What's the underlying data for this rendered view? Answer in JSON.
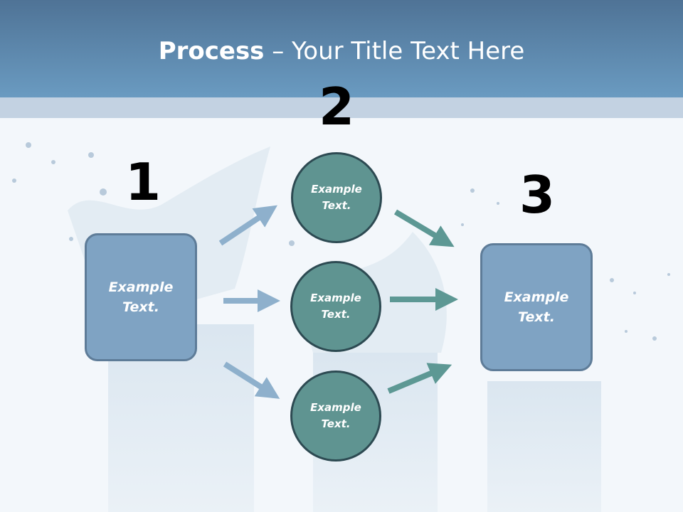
{
  "header": {
    "title_bold": "Process",
    "title_rest": " – Your Title Text Here"
  },
  "steps": [
    {
      "number": "1",
      "label": "Example Text."
    },
    {
      "number": "2",
      "circles": [
        {
          "label": "Example Text."
        },
        {
          "label": "Example Text."
        },
        {
          "label": "Example Text."
        }
      ]
    },
    {
      "number": "3",
      "label": "Example Text."
    }
  ],
  "colors": {
    "header_top": "#4f7396",
    "header_bottom": "#6a9bc1",
    "box_fill": "#7fa3c3",
    "circle_fill": "#5f9491",
    "arrow_blue": "#8eb0cc",
    "arrow_teal": "#5d9894"
  }
}
